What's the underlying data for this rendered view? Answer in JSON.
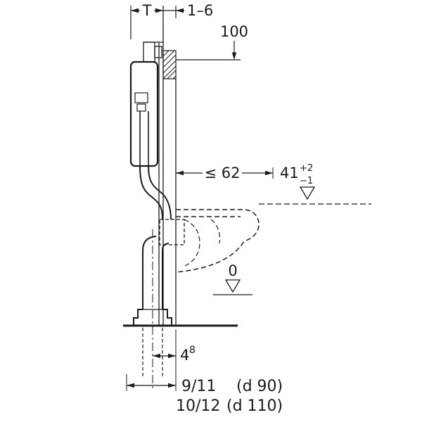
{
  "drawing": {
    "title": "wall-hung-wc-frame-side-view",
    "colors": {
      "line": "#1a1a1a",
      "background": "#ffffff"
    },
    "labels": {
      "frame_depth": "T",
      "plate_range": "1–6",
      "height_100": "100",
      "depth_max": "≤ 62",
      "seat_height": "41",
      "seat_tol_plus": "+2",
      "seat_tol_minus": "−1",
      "zero_level": "0",
      "offset_4": "4",
      "offset_4_sup": "8",
      "outlet_90_value": "9/11",
      "outlet_90_pipe": "(d 90)",
      "outlet_110_value": "10/12",
      "outlet_110_pipe": "(d 110)"
    }
  }
}
